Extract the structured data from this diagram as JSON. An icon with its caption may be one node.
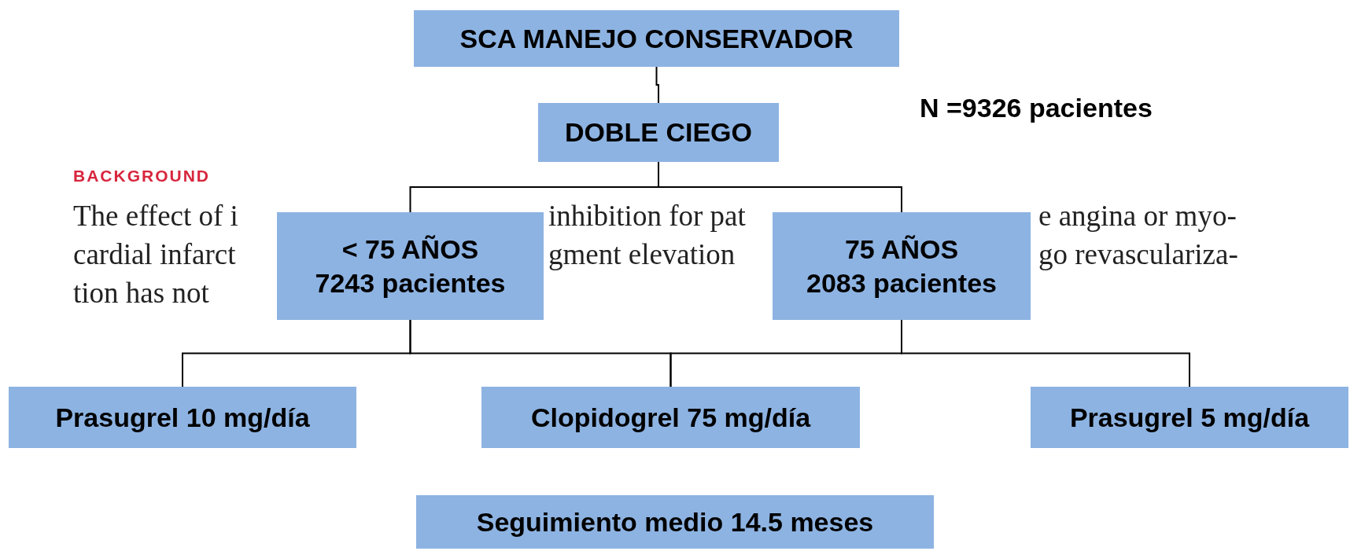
{
  "diagram": {
    "nodes": [
      {
        "text": [
          "SCA MANEJO CONSERVADOR"
        ]
      },
      {
        "text": [
          "DOBLE CIEGO"
        ]
      },
      {
        "text": [
          "< 75 AÑOS",
          "7243 pacientes"
        ]
      },
      {
        "text": [
          "75 AÑOS",
          "2083 pacientes"
        ]
      },
      {
        "text": [
          "Prasugrel 10 mg/día"
        ]
      },
      {
        "text": [
          "Clopidogrel 75 mg/día"
        ]
      },
      {
        "text": [
          "Prasugrel 5 mg/día"
        ]
      },
      {
        "text": [
          "Seguimiento medio 14.5 meses"
        ]
      }
    ],
    "edges": [
      {
        "from": 0,
        "to": 1,
        "arrow": "none"
      },
      {
        "from": 1,
        "to": 2,
        "arrow": "none"
      },
      {
        "from": 1,
        "to": 3,
        "arrow": "none"
      },
      {
        "from": 2,
        "to": 4,
        "arrow": "none"
      },
      {
        "from": 2,
        "to": 5,
        "arrow": "none"
      },
      {
        "from": 3,
        "to": 5,
        "arrow": "none"
      },
      {
        "from": 3,
        "to": 6,
        "arrow": "none"
      }
    ],
    "labels": [
      "N =9326 pacientes",
      "BACKGROUND",
      "The effect of i",
      "inhibition for pat",
      "e angina or myo-",
      "cardial infarct",
      "gment elevation",
      "go revasculariza-",
      "tion has not"
    ]
  }
}
